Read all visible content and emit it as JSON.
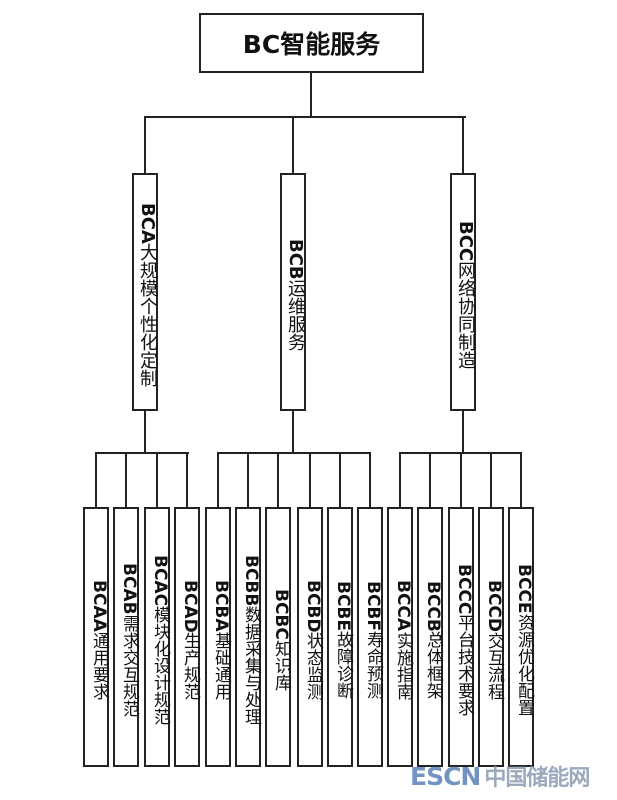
{
  "root": {
    "label": "BC智能服务"
  },
  "branches": [
    {
      "code": "BCA",
      "label": "大规模个性化定制",
      "children": [
        {
          "code": "BCAA",
          "label": "通用要求"
        },
        {
          "code": "BCAB",
          "label": "需求交互规范"
        },
        {
          "code": "BCAC",
          "label": "模块化设计规范"
        },
        {
          "code": "BCAD",
          "label": "生产规范"
        }
      ]
    },
    {
      "code": "BCB",
      "label": "运维服务",
      "children": [
        {
          "code": "BCBA",
          "label": "基础通用"
        },
        {
          "code": "BCBB",
          "label": "数据采集与处理"
        },
        {
          "code": "BCBC",
          "label": "知识库"
        },
        {
          "code": "BCBD",
          "label": "状态监测"
        },
        {
          "code": "BCBE",
          "label": "故障诊断"
        },
        {
          "code": "BCBF",
          "label": "寿命预测"
        }
      ]
    },
    {
      "code": "BCC",
      "label": "网络协同制造",
      "children": [
        {
          "code": "BCCA",
          "label": "实施指南"
        },
        {
          "code": "BCCB",
          "label": "总体框架"
        },
        {
          "code": "BCCC",
          "label": "平台技术要求"
        },
        {
          "code": "BCCD",
          "label": "交互流程"
        },
        {
          "code": "BCCE",
          "label": "资源优化配置"
        }
      ]
    }
  ],
  "watermark": {
    "brand": "ESCN",
    "site": "中国储能网"
  }
}
